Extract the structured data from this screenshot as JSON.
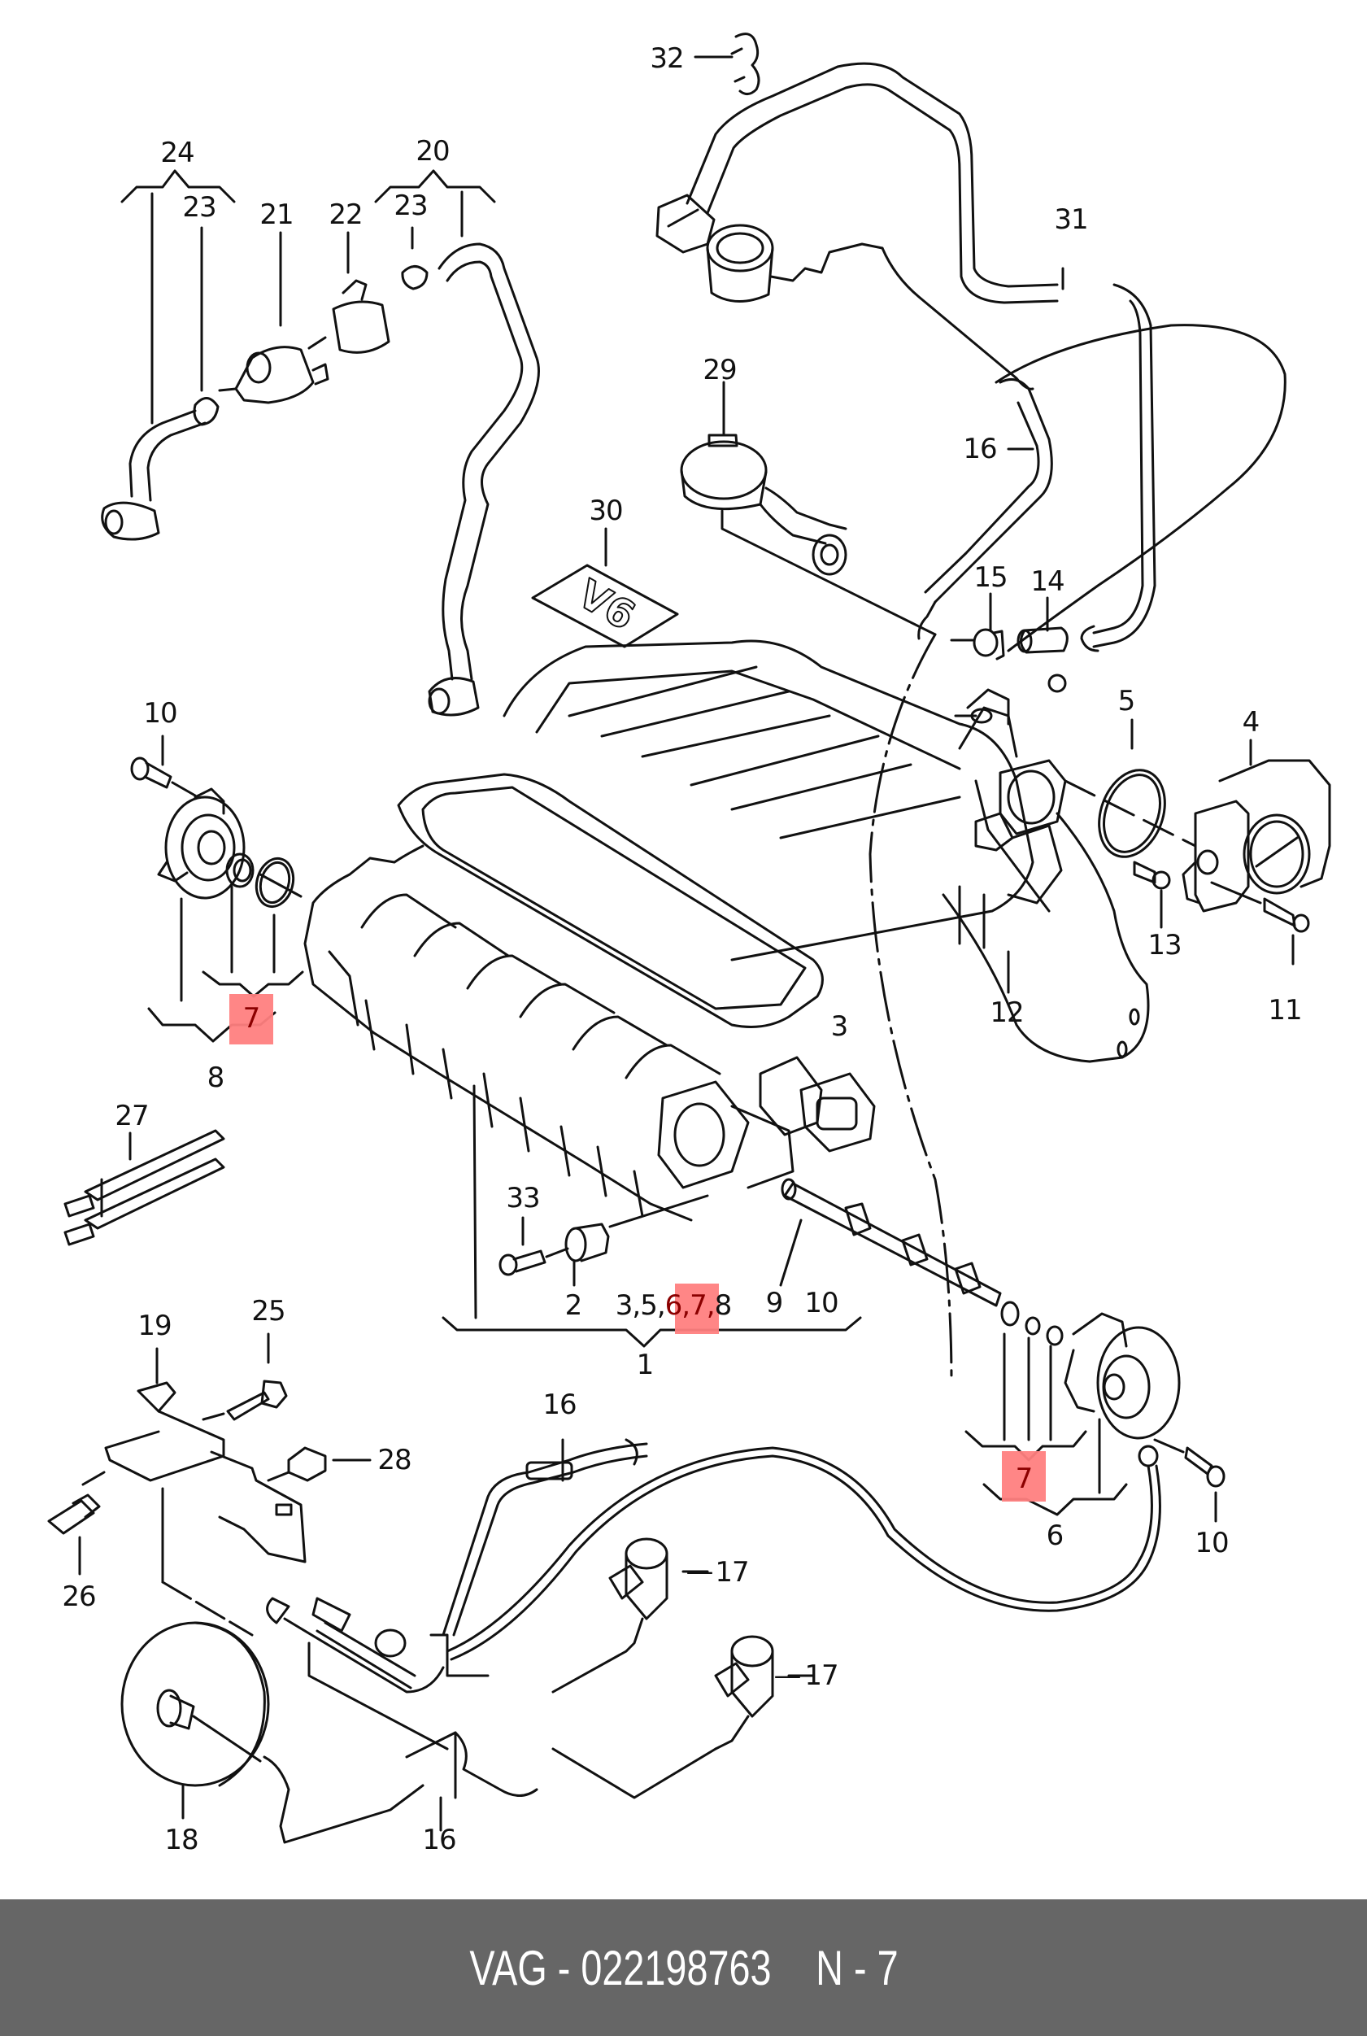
{
  "diagram": {
    "title": "Intake manifold exploded parts diagram",
    "highlight_color": "#ff8080",
    "highlight_text_color": "#8b0000",
    "callouts": [
      {
        "id": "c32",
        "text": "32"
      },
      {
        "id": "c24",
        "text": "24"
      },
      {
        "id": "c20",
        "text": "20"
      },
      {
        "id": "c23a",
        "text": "23"
      },
      {
        "id": "c21",
        "text": "21"
      },
      {
        "id": "c22",
        "text": "22"
      },
      {
        "id": "c23b",
        "text": "23"
      },
      {
        "id": "c31",
        "text": "31"
      },
      {
        "id": "c29",
        "text": "29"
      },
      {
        "id": "c16a",
        "text": "16"
      },
      {
        "id": "c30",
        "text": "30"
      },
      {
        "id": "c15",
        "text": "15"
      },
      {
        "id": "c14",
        "text": "14"
      },
      {
        "id": "c10a",
        "text": "10"
      },
      {
        "id": "c5",
        "text": "5"
      },
      {
        "id": "c4",
        "text": "4"
      },
      {
        "id": "c13",
        "text": "13"
      },
      {
        "id": "c12",
        "text": "12"
      },
      {
        "id": "c11",
        "text": "11"
      },
      {
        "id": "c8",
        "text": "8"
      },
      {
        "id": "c3",
        "text": "3"
      },
      {
        "id": "c27",
        "text": "27"
      },
      {
        "id": "c33",
        "text": "33"
      },
      {
        "id": "c2",
        "text": "2"
      },
      {
        "id": "c9",
        "text": "9"
      },
      {
        "id": "c10b",
        "text": "10"
      },
      {
        "id": "c1",
        "text": "1"
      },
      {
        "id": "c19",
        "text": "19"
      },
      {
        "id": "c25",
        "text": "25"
      },
      {
        "id": "c16b",
        "text": "16"
      },
      {
        "id": "c28",
        "text": "28"
      },
      {
        "id": "c6",
        "text": "6"
      },
      {
        "id": "c10c",
        "text": "10"
      },
      {
        "id": "c26",
        "text": "26"
      },
      {
        "id": "c17a",
        "text": "17"
      },
      {
        "id": "c17b",
        "text": "17"
      },
      {
        "id": "c18",
        "text": "18"
      },
      {
        "id": "c16c",
        "text": "16"
      }
    ],
    "group_list": {
      "prefix": "3,5,",
      "highlighted": "6,7,",
      "suffix": "8"
    },
    "highlighted_part": {
      "left_group": "7",
      "right_group": "7"
    },
    "badge_text": "V6"
  },
  "footer": {
    "brand": "VAG",
    "separator": "-",
    "part_number": "022198763",
    "position_label": "N",
    "position_value": "7"
  }
}
